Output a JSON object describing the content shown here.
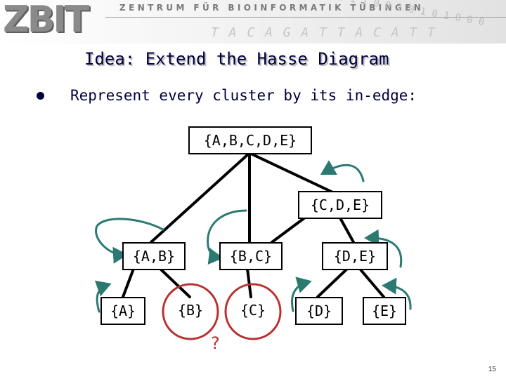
{
  "header": {
    "logo_text": "ZBIT",
    "institute": "ZENTRUM FÜR BIOINFORMATIK TÜBINGEN",
    "deco_digits": "0 1 1 0 0 1 0 1 0 1 0 0 0",
    "deco_sequence": "T A C A G A T T A C A T T"
  },
  "slide": {
    "title": "Idea: Extend the Hasse Diagram",
    "bullet": "Represent every cluster by its in-edge:",
    "page_number": "15"
  },
  "diagram": {
    "nodes": {
      "root": "{A,B,C,D,E}",
      "cde": "{C,D,E}",
      "ab": "{A,B}",
      "bc": "{B,C}",
      "de": "{D,E}",
      "a": "{A}",
      "b": "{B}",
      "c": "{C}",
      "d": "{D}",
      "e": "{E}"
    },
    "question_mark": "?",
    "colors": {
      "edge": "#000000",
      "in_edge_arrow": "#2a7a72",
      "highlight_circle": "#b83030",
      "text": "#000040"
    }
  }
}
